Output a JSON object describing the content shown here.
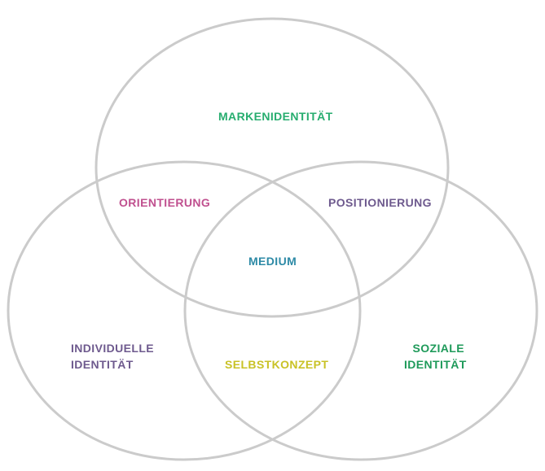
{
  "diagram": {
    "type": "venn",
    "circles": [
      {
        "id": "top"
      },
      {
        "id": "left"
      },
      {
        "id": "right"
      }
    ],
    "stroke_color": "#cbcbcb",
    "labels": {
      "markenidentitaet": {
        "text": "MARKENIDENTITÄT",
        "color": "#27ad6f"
      },
      "orientierung": {
        "text": "ORIENTIERUNG",
        "color": "#c0508f"
      },
      "positionierung": {
        "text": "POSITIONIERUNG",
        "color": "#6e5a8e"
      },
      "medium": {
        "text": "MEDIUM",
        "color": "#2d8aa6"
      },
      "individuelle_identitaet": {
        "lines": [
          "INDIVIDUELLE",
          "IDENTITÄT"
        ],
        "color": "#6e5a8e"
      },
      "selbstkonzept": {
        "text": "SELBSTKONZEPT",
        "color": "#c9c226"
      },
      "soziale_identitaet": {
        "lines": [
          "SOZIALE",
          "IDENTITÄT"
        ],
        "color": "#1f9a5a"
      }
    }
  }
}
